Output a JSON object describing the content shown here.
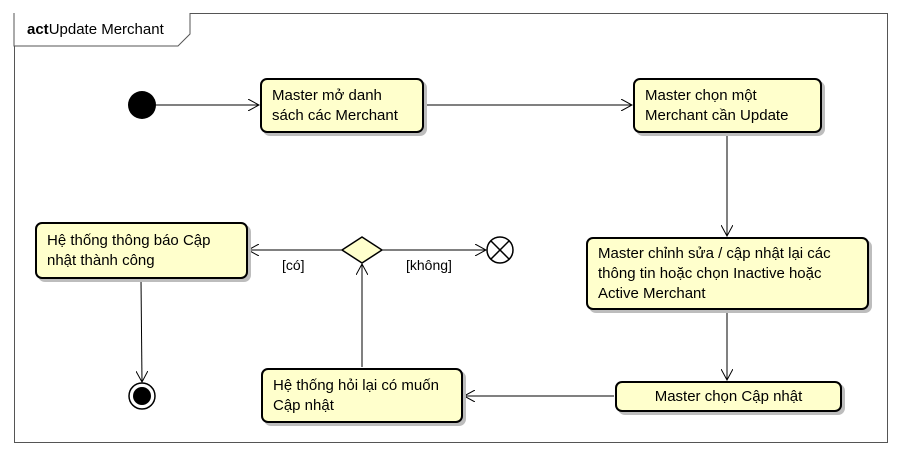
{
  "frame": {
    "keyword": "act",
    "name": "Update Merchant"
  },
  "nodes": {
    "open_list": "Master mở danh sách các Merchant",
    "select_merchant": "Master chọn một Merchant cần Update",
    "edit_info": "Master chỉnh sửa / cập nhật lại các thông tin hoặc chọn Inactive hoặc Active Merchant",
    "click_update": "Master chọn Cập nhật",
    "confirm_prompt": "Hệ thống hỏi lại có muốn Cập nhật",
    "success_notice": "Hệ thống thông báo Cập nhật thành công"
  },
  "guards": {
    "yes": "[có]",
    "no": "[không]"
  },
  "colors": {
    "action_fill": "#ffffcc",
    "stroke": "#000000",
    "shadow": "#bdbdbd"
  }
}
